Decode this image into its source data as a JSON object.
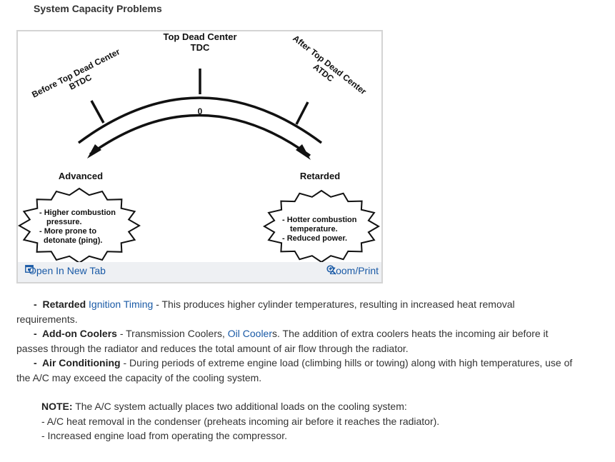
{
  "section_title": "System Capacity Problems",
  "figure": {
    "labels": {
      "tdc_line1": "Top Dead Center",
      "tdc_line2": "TDC",
      "btdc_line1": "Before Top Dead Center",
      "btdc_line2": "BTDC",
      "atdc_line1": "After Top Dead Center",
      "atdc_line2": "ATDC",
      "zero": "0",
      "advanced": "Advanced",
      "retarded": "Retarded"
    },
    "advanced_bubble": [
      "- Higher combustion",
      "pressure.",
      "- More prone to",
      "detonate (ping)."
    ],
    "retarded_bubble": [
      "- Hotter combustion",
      "temperature.",
      "- Reduced power."
    ],
    "open_tab_label": "Open In New Tab",
    "zoom_label": "Zoom/Print"
  },
  "items": [
    {
      "dash": "-",
      "title": "Retarded ",
      "link": "Ignition Timing",
      "text": " - This produces higher cylinder temperatures, resulting in increased heat removal requirements."
    },
    {
      "dash": "-",
      "title": "Add-on Coolers",
      "text_before": " - Transmission Coolers, ",
      "link": "Oil Cooler",
      "text": "s. The addition of extra coolers heats the incoming air before it passes through the radiator and reduces the total amount of air flow through the radiator."
    },
    {
      "dash": "-",
      "title": "Air Conditioning",
      "text": " - During periods of extreme engine load (climbing hills or towing) along with high temperatures, use of the A/C may exceed the capacity of the cooling system."
    }
  ],
  "note": {
    "label": "NOTE:",
    "text": " The A/C system actually places two additional loads on the cooling system:",
    "bullets": [
      "-  A/C heat removal in the condenser (preheats incoming air before it reaches the radiator).",
      "-  Increased engine load from operating the compressor."
    ]
  },
  "colors": {
    "link": "#1a5aa6",
    "text": "#333333",
    "figure_border": "#d4d4d4",
    "bar_bg": "#eef0f3"
  }
}
